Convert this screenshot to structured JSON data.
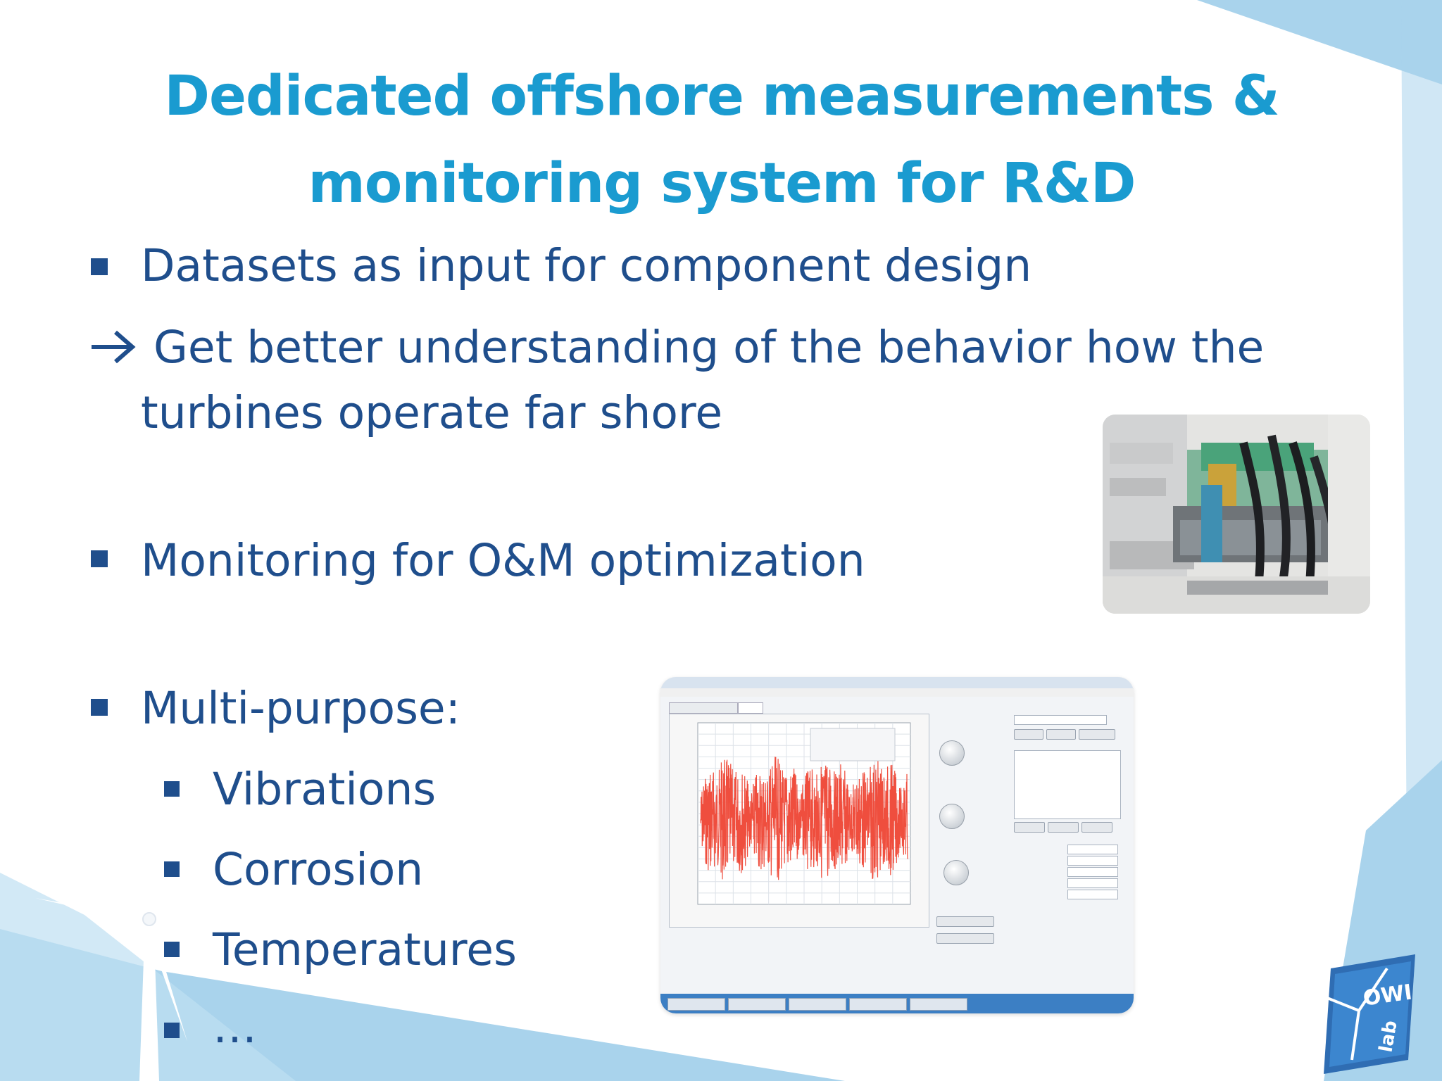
{
  "slide": {
    "title_line1": "Dedicated offshore measurements &",
    "title_line2": "monitoring system for R&D",
    "bullets": {
      "b1": "Datasets as input for component design",
      "arrow_line1": "Get better understanding of the behavior how the",
      "arrow_line2": "turbines operate far shore",
      "b2": "Monitoring for O&M optimization",
      "b3": "Multi-purpose:",
      "sub1": "Vibrations",
      "sub2": "Corrosion",
      "sub3": "Temperatures",
      "sub4": "…"
    },
    "arrow_glyph": "→",
    "logo_text": "OWI",
    "logo_subtext": "lab"
  },
  "colors": {
    "title": "#1a9bd0",
    "body_text": "#1f4e8c",
    "background_accent": "#a9d3ec",
    "signal": "#ef4e3e"
  },
  "icons": {
    "bullet": "square-bullet-icon",
    "arrow": "right-arrow-icon",
    "turbine": "wind-turbine-icon",
    "logo": "owi-lab-logo-icon"
  }
}
